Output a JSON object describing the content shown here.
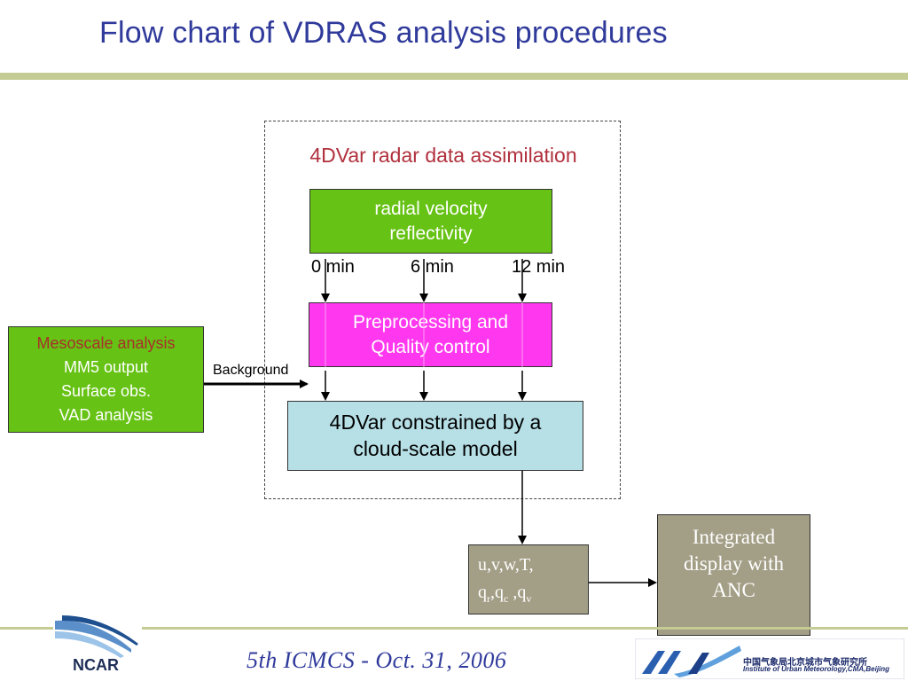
{
  "slide": {
    "title": "Flow chart of VDRAS analysis procedures",
    "footer": "5th ICMCS - Oct. 31, 2006"
  },
  "diagram": {
    "section_title": "4DVar radar data assimilation",
    "input_box": {
      "lines": [
        "radial velocity",
        "reflectivity"
      ]
    },
    "time_labels": [
      "0 min",
      "6 min",
      "12 min"
    ],
    "preprocessing_box": {
      "lines": [
        "Preprocessing and",
        "Quality control"
      ]
    },
    "fourdvar_box": {
      "lines": [
        "4DVar constrained by a",
        "cloud-scale model"
      ]
    },
    "mesoscale_box": {
      "lines": [
        "Mesoscale analysis",
        "MM5 output",
        "Surface obs.",
        "VAD analysis"
      ]
    },
    "background_label": "Background",
    "output_box": {
      "line1": "u,v,w,T,",
      "q": "q",
      "sub_r": "r",
      "sep1": ",q",
      "sub_c": "c",
      "sep2": " ,q",
      "sub_v": "v"
    },
    "display_box": {
      "lines": [
        "Integrated",
        "display with",
        "ANC"
      ]
    }
  },
  "logos": {
    "ncar": "NCAR",
    "iue_line1": "中国气象局北京城市气象研究所",
    "iue_line2": "Institute of Urban Meteorology,CMA,Beijing"
  },
  "colors": {
    "title": "#2f3a9b",
    "section_title": "#b0303d",
    "green_box": "#66c214",
    "magenta_box": "#ff38ef",
    "cyan_box": "#b6dfe6",
    "gray_box": "#a39e86",
    "rule": "#c4cc93"
  }
}
